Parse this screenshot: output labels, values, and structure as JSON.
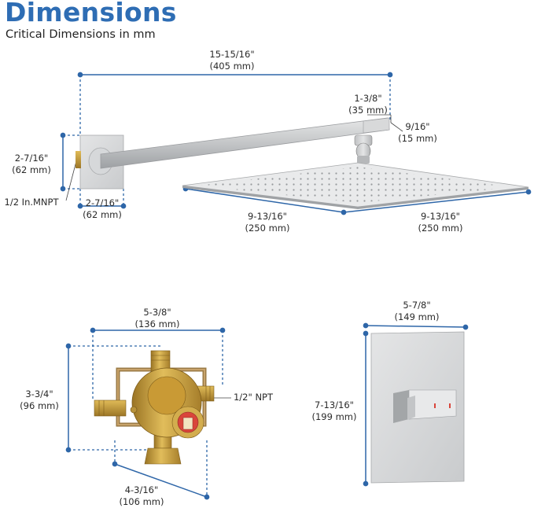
{
  "header": {
    "title": "Dimensions",
    "subtitle": "Critical Dimensions in mm"
  },
  "colors": {
    "title_blue": "#2e6db4",
    "dimension_line": "#2e66a8",
    "metal": "#c9cbcd",
    "brass": "#c9a23a"
  },
  "shower_head_assembly": {
    "arm_length": {
      "imperial": "15-15/16\"",
      "metric": "(405 mm)"
    },
    "arm_width": {
      "imperial": "1-3/8\"",
      "metric": "(35 mm)"
    },
    "arm_height": {
      "imperial": "9/16\"",
      "metric": "(15 mm)"
    },
    "flange_height": {
      "imperial": "2-7/16\"",
      "metric": "(62 mm)"
    },
    "flange_width": {
      "imperial": "2-7/16\"",
      "metric": "(62 mm)"
    },
    "thread": "1/2 In.MNPT",
    "head_left_side": {
      "imperial": "9-13/16\"",
      "metric": "(250 mm)"
    },
    "head_right_side": {
      "imperial": "9-13/16\"",
      "metric": "(250 mm)"
    }
  },
  "valve": {
    "width": {
      "imperial": "5-3/8\"",
      "metric": "(136 mm)"
    },
    "height": {
      "imperial": "3-3/4\"",
      "metric": "(96 mm)"
    },
    "depth": {
      "imperial": "4-3/16\"",
      "metric": "(106 mm)"
    },
    "thread": "1/2\" NPT"
  },
  "trim_plate": {
    "width": {
      "imperial": "5-7/8\"",
      "metric": "(149 mm)"
    },
    "height": {
      "imperial": "7-13/16\"",
      "metric": "(199 mm)"
    }
  }
}
